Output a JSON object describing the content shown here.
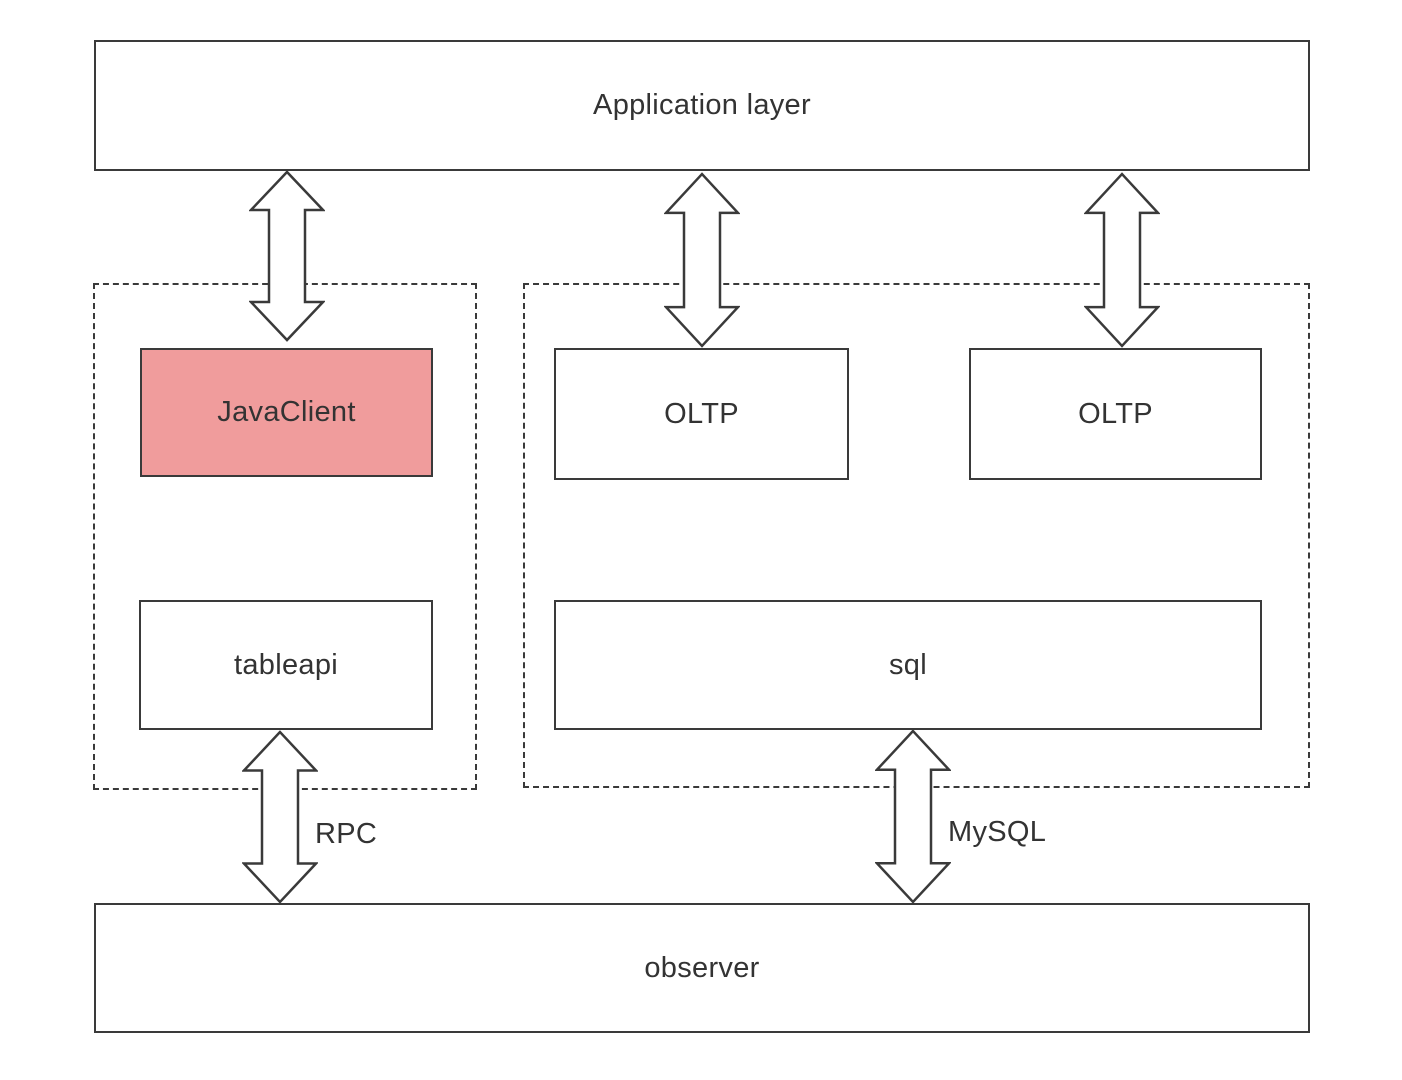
{
  "diagram": {
    "boxes": {
      "application_layer": "Application layer",
      "java_client": "JavaClient",
      "tableapi": "tableapi",
      "oltp_left": "OLTP",
      "oltp_right": "OLTP",
      "sql": "sql",
      "observer": "observer"
    },
    "edge_labels": {
      "rpc": "RPC",
      "mysql": "MySQL"
    },
    "colors": {
      "highlight_fill": "#F09C9C",
      "line": "#3A3A3A",
      "text": "#333333",
      "background": "#FFFFFF"
    }
  }
}
